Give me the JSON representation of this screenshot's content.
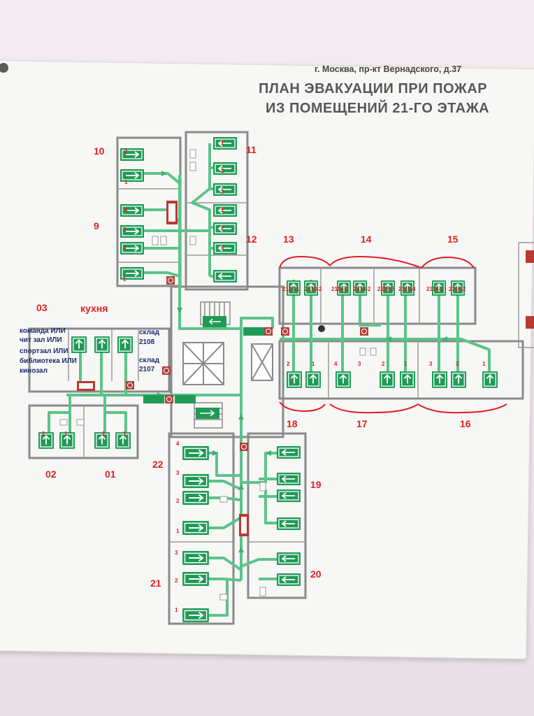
{
  "header": {
    "address": "г. Москва, пр-кт Вернадского, д.37",
    "title_line1": "ПЛАН ЭВАКУАЦИИ ПРИ ПОЖАР",
    "title_line2": "ИЗ ПОМЕЩЕНИЙ 21-ГО ЭТАЖА"
  },
  "zones": {
    "z10": "10",
    "z11": "11",
    "z9": "9",
    "z12": "12",
    "z13": "13",
    "z14": "14",
    "z15": "15",
    "z03": "03",
    "kitchen": "кухня",
    "z02": "02",
    "z01": "01",
    "z18": "18",
    "z17": "17",
    "z16": "16",
    "z22": "22",
    "z19": "19",
    "z21": "21",
    "z20": "20"
  },
  "handwritten": {
    "commons_line1": "команда ИЛИ",
    "commons_line2": "чит зал ИЛИ",
    "commons_line3": "спортзал ИЛИ",
    "commons_line4": "библиотека ИЛИ",
    "commons_line5": "кинозал",
    "storage1_line1": "склад",
    "storage1_line2": "2108",
    "storage2_line1": "склад",
    "storage2_line2": "2107"
  },
  "room_numbers": {
    "r2113_1": "2113-1",
    "r2113_2": "2113-2",
    "r2114_1": "2114-1",
    "r2114_2": "2114-2",
    "r2115_3": "2115-3",
    "r2115_4": "2115-4",
    "r2116_1": "2116-1",
    "r2116_2": "2116-2"
  },
  "bed_numbers": {
    "b10a": "2",
    "b10b": "1",
    "b9a": "4",
    "b9b": "3",
    "b9c": "2",
    "b9d": "1",
    "b11a": "1",
    "b11b": "2",
    "b11c": "3",
    "b12a": "1",
    "b12b": "2",
    "b12c": "3",
    "b18a": "2",
    "b18b": "1",
    "b17a": "4",
    "b17b": "3",
    "b17c": "2",
    "b17d": "1",
    "b16a": "3",
    "b16b": "2",
    "b16c": "1",
    "b02a": "2",
    "b02b": "1",
    "b01a": "2",
    "b01b": "1",
    "b22a": "4",
    "b22b": "3",
    "b22c": "2",
    "b22d": "1",
    "b21a": "3",
    "b21b": "2",
    "b21c": "1"
  },
  "colors": {
    "route": "#5cc38a",
    "wall": "#8a8a8a",
    "sign": "#1f9a56",
    "zone_label": "#e0201f",
    "handwriting": "#1b2a6b"
  }
}
